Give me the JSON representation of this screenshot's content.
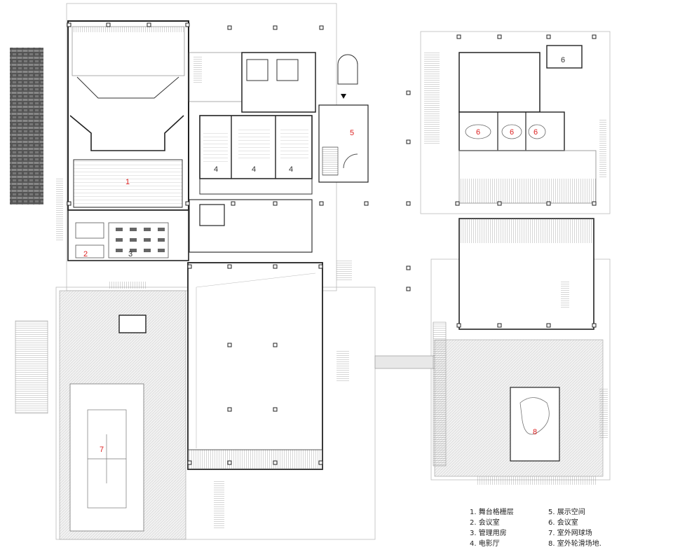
{
  "rooms": [
    {
      "id": "r1",
      "label": "1",
      "red": true
    },
    {
      "id": "r2",
      "label": "2",
      "red": true
    },
    {
      "id": "r3",
      "label": "3",
      "red": false
    },
    {
      "id": "r4a",
      "label": "4",
      "red": false
    },
    {
      "id": "r4b",
      "label": "4",
      "red": false
    },
    {
      "id": "r4c",
      "label": "4",
      "red": false
    },
    {
      "id": "r5",
      "label": "5",
      "red": true
    },
    {
      "id": "r6a",
      "label": "6",
      "red": false
    },
    {
      "id": "r6b",
      "label": "6",
      "red": true
    },
    {
      "id": "r6c",
      "label": "6",
      "red": true
    },
    {
      "id": "r6d",
      "label": "6",
      "red": true
    },
    {
      "id": "r7",
      "label": "7",
      "red": true
    },
    {
      "id": "r8",
      "label": "8",
      "red": true
    }
  ],
  "legend": {
    "item1": "1. 舞台格栅层",
    "item2": "2. 会议室",
    "item3": "3. 管理用房",
    "item4": "4. 电影厅",
    "item5": "5. 展示空间",
    "item6": "6. 会议室",
    "item7": "7. 室外网球场",
    "item8": "8. 室外轮滑场地."
  }
}
